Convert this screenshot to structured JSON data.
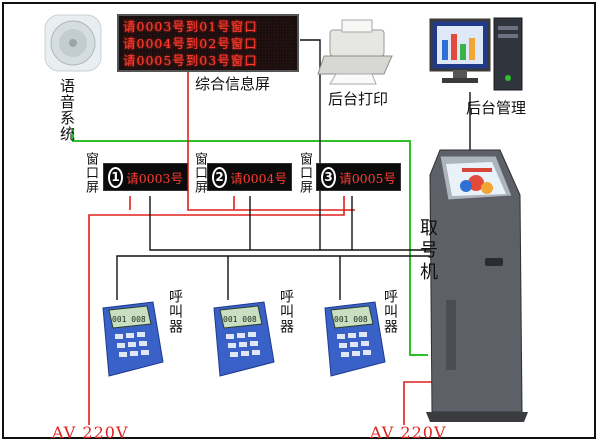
{
  "speaker": {
    "label": "语音系统",
    "icon": "speaker-icon"
  },
  "display_board": {
    "label": "综合信息屏",
    "rows": [
      "请0003号到01号窗口",
      "请0004号到02号窗口",
      "请0005号到03号窗口"
    ]
  },
  "printer": {
    "label": "后台打印",
    "icon": "printer-icon"
  },
  "computer": {
    "label": "后台管理",
    "icon": "computer-icon"
  },
  "window_screen_label": "窗口屏",
  "window_screens": [
    {
      "number": "1",
      "text": "请0003号"
    },
    {
      "number": "2",
      "text": "请0004号"
    },
    {
      "number": "3",
      "text": "请0005号"
    }
  ],
  "caller_label": "呼叫器",
  "caller_display": "001 008",
  "kiosk": {
    "label": "取号机",
    "icon": "ticket-kiosk-icon"
  },
  "power": [
    "AV 220V",
    "AV 220V"
  ],
  "colors": {
    "red_wire": "#e0201b",
    "green_wire": "#2fbf2a",
    "black_wire": "#111111",
    "led_red": "#ff3b30"
  }
}
